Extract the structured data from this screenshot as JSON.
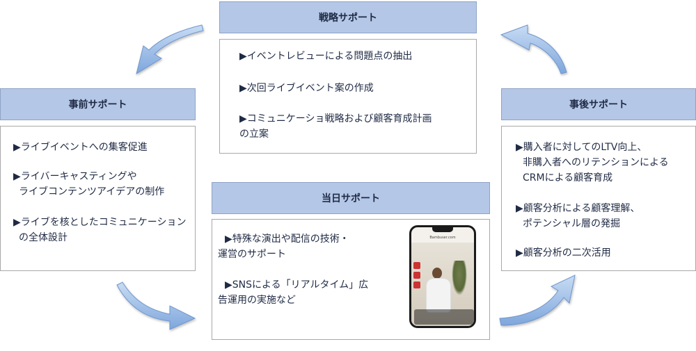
{
  "colors": {
    "header_fill": "#b4c7e7",
    "header_border": "#8ea2c6",
    "arrow_fill": "#8fb4e3",
    "text": "#1f2a44"
  },
  "strategy": {
    "title": "戦略サポート",
    "items": [
      "▶イベントレビューによる問題点の抽出",
      "▶次回ライブイベント案の作成",
      "▶コミュニケーショ戦略および顧客育成計画",
      "の立案"
    ]
  },
  "pre": {
    "title": "事前サポート",
    "items": [
      "▶ライブイベントへの集客促進",
      "▶ライバーキャスティングや",
      "ライブコンテンツアイデアの制作",
      "▶ライブを核としたコミュニケーション",
      "の全体設計"
    ]
  },
  "post": {
    "title": "事後サポート",
    "items": [
      "▶購入者に対してのLTV向上、",
      "非購入者へのリテンションによる",
      "CRMによる顧客育成",
      "▶顧客分析による顧客理解、",
      "ポテンシャル層の発掘",
      "▶顧客分析の二次活用"
    ]
  },
  "day": {
    "title": "当日サポート",
    "items": [
      "▶特殊な演出や配信の技術・",
      "運営のサポート",
      "▶SNSによる「リアルタイム」広",
      "告運用の実施など"
    ],
    "phone_url": "Bambuser.com"
  },
  "arrows": [
    "arrow-left-top",
    "arrow-right-top",
    "arrow-left-bottom",
    "arrow-right-bottom"
  ]
}
